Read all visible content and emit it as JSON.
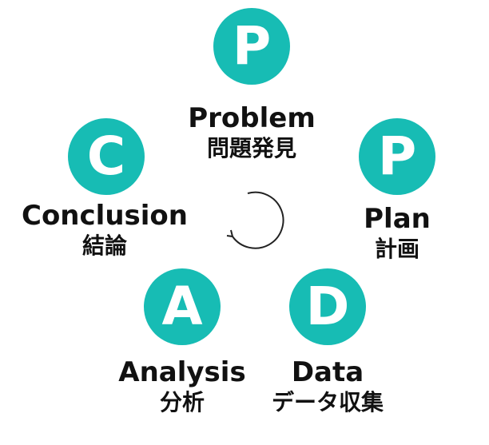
{
  "accent_color": "#17bcb4",
  "stages": [
    {
      "letter": "P",
      "en": "Problem",
      "ja": "問題発見"
    },
    {
      "letter": "P",
      "en": "Plan",
      "ja": "計画"
    },
    {
      "letter": "D",
      "en": "Data",
      "ja": "データ収集"
    },
    {
      "letter": "A",
      "en": "Analysis",
      "ja": "分析"
    },
    {
      "letter": "C",
      "en": "Conclusion",
      "ja": "結論"
    }
  ],
  "center_icon": "cycle-arrow-icon"
}
